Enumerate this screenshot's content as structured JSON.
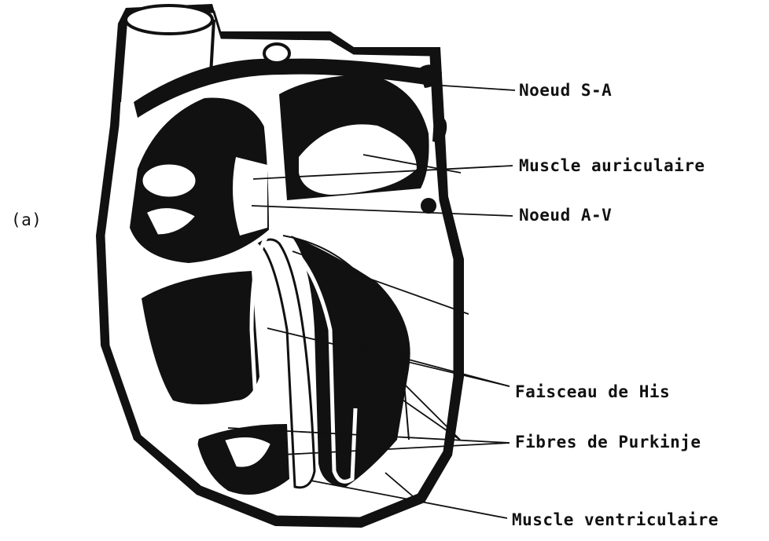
{
  "diagram": {
    "panel_label": "(a)",
    "labels": {
      "sa_node": "Noeud S-A",
      "atrial_muscle": "Muscle auriculaire",
      "av_node": "Noeud A-V",
      "bundle_of_his": "Faisceau de His",
      "purkinje_fibres": "Fibres de Purkinje",
      "ventricular_muscle": "Muscle ventriculaire"
    }
  }
}
